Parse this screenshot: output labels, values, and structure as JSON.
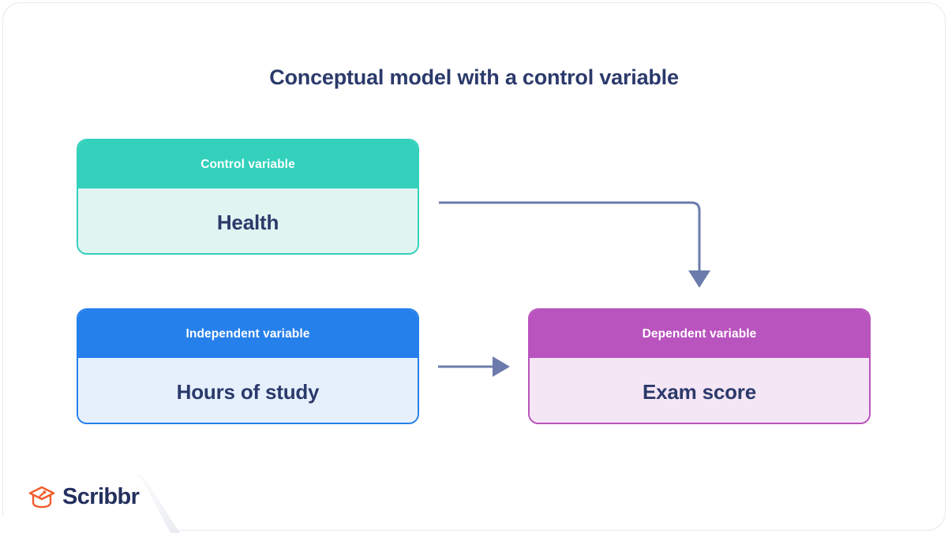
{
  "page": {
    "title": "Conceptual model with a control variable",
    "background_color": "#ffffff",
    "title_color": "#2b3a6b"
  },
  "diagram": {
    "type": "conceptual-model",
    "boxes": [
      {
        "id": "control",
        "role_label": "Control variable",
        "value_label": "Health",
        "header_color": "#33d1bc",
        "body_color": "#e0f5f2",
        "border_color": "#33d1bc",
        "text_color": "#2b3a6b"
      },
      {
        "id": "independent",
        "role_label": "Independent variable",
        "value_label": "Hours of study",
        "header_color": "#2680eb",
        "body_color": "#e6f0fc",
        "border_color": "#2680eb",
        "text_color": "#2b3a6b"
      },
      {
        "id": "dependent",
        "role_label": "Dependent variable",
        "value_label": "Exam score",
        "header_color": "#b953be",
        "body_color": "#f5e6f5",
        "border_color": "#b953be",
        "text_color": "#2b3a6b"
      }
    ],
    "arrows": [
      {
        "id": "control-to-dependent",
        "from": "control",
        "to": "dependent",
        "style": "elbow",
        "color": "#6b7bab"
      },
      {
        "id": "independent-to-dependent",
        "from": "independent",
        "to": "dependent",
        "style": "straight",
        "color": "#6b7bab"
      }
    ]
  },
  "branding": {
    "name": "Scribbr",
    "icon": "graduation-cap-icon",
    "icon_color": "#f25c2b",
    "wordmark_color": "#23305e"
  }
}
